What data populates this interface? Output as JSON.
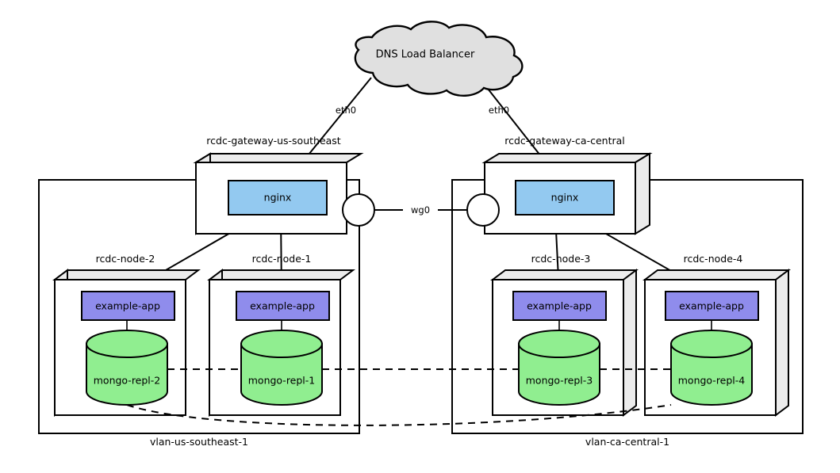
{
  "diagram": {
    "title": "",
    "colors": {
      "cloud_fill": "#e0e0e0",
      "nginx_fill": "#93c9f0",
      "app_fill": "#8f8cec",
      "db_fill": "#90ee90",
      "box_face": "#ffffff",
      "box_shade": "#ececec",
      "stroke": "#000000",
      "background": "#ffffff"
    },
    "cloud": {
      "label": "DNS Load Balancer"
    },
    "gateways": [
      {
        "id": "gw-us",
        "label": "rcdc-gateway-us-southeast",
        "service": "nginx",
        "uplink_label": "eth0",
        "side": "left"
      },
      {
        "id": "gw-ca",
        "label": "rcdc-gateway-ca-central",
        "service": "nginx",
        "uplink_label": "eth0",
        "side": "right"
      }
    ],
    "tunnel": {
      "label": "wg0"
    },
    "vlans": [
      {
        "id": "vlan-us",
        "label": "vlan-us-southeast-1"
      },
      {
        "id": "vlan-ca",
        "label": "vlan-ca-central-1"
      }
    ],
    "nodes": [
      {
        "id": "node-2",
        "label": "rcdc-node-2",
        "app": "example-app",
        "db": "mongo-repl-2",
        "shade_side": "left"
      },
      {
        "id": "node-1",
        "label": "rcdc-node-1",
        "app": "example-app",
        "db": "mongo-repl-1",
        "shade_side": "left"
      },
      {
        "id": "node-3",
        "label": "rcdc-node-3",
        "app": "example-app",
        "db": "mongo-repl-3",
        "shade_side": "right"
      },
      {
        "id": "node-4",
        "label": "rcdc-node-4",
        "app": "example-app",
        "db": "mongo-repl-4",
        "shade_side": "right"
      }
    ],
    "replication": {
      "style": "dashed",
      "description": "mongo replica set links across all nodes"
    }
  }
}
